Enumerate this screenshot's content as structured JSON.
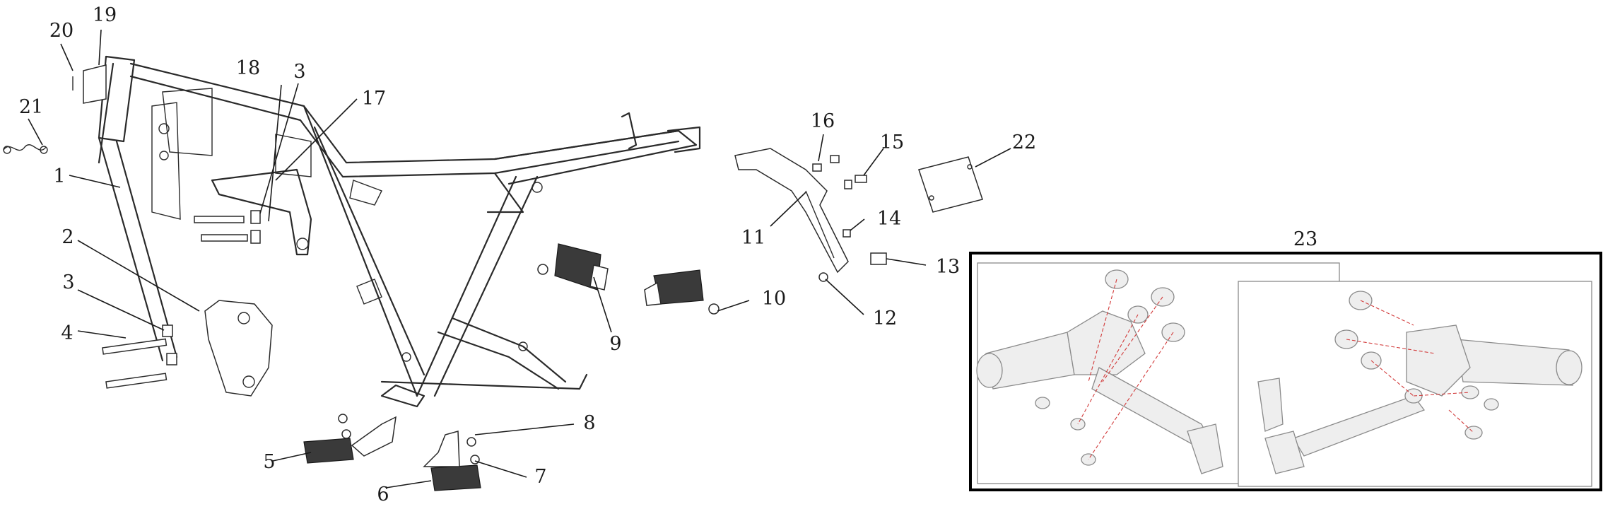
{
  "diagram": {
    "callouts": {
      "c1": "1",
      "c2": "2",
      "c3a": "3",
      "c3b": "3",
      "c4": "4",
      "c5": "5",
      "c6": "6",
      "c7": "7",
      "c8": "8",
      "c9": "9",
      "c10": "10",
      "c11": "11",
      "c12": "12",
      "c13": "13",
      "c14": "14",
      "c15": "15",
      "c16": "16",
      "c17": "17",
      "c18": "18",
      "c19": "19",
      "c20": "20",
      "c21": "21",
      "c22": "22",
      "c23": "23"
    },
    "colors": {
      "line": "#2a2a2a",
      "inset_border": "#000000",
      "exploded_dash": "#d23a3a",
      "photo_grey": "#8a8a8a"
    }
  }
}
